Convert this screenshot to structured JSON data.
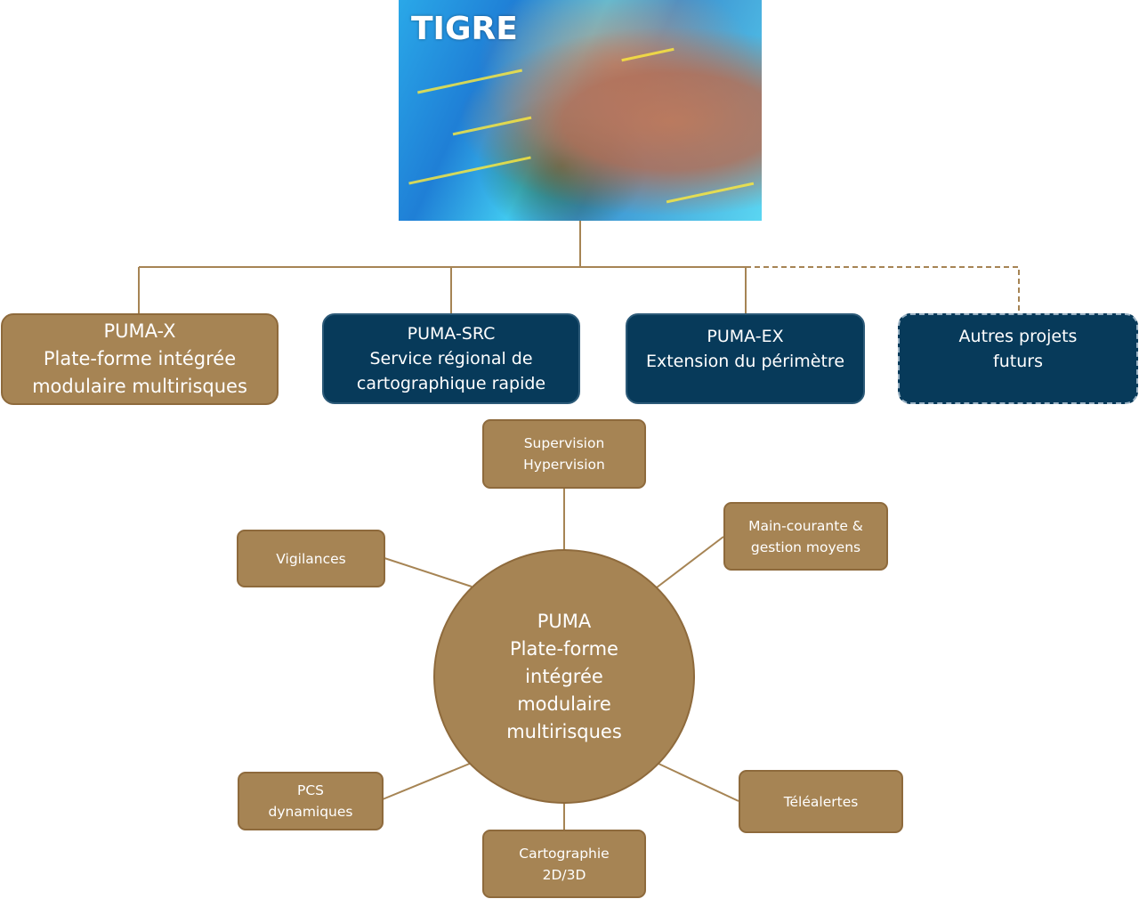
{
  "header": {
    "title": "TIGRE"
  },
  "projects": [
    {
      "lines": [
        "PUMA-X",
        "Plate-forme intégrée",
        "modulaire multirisques"
      ],
      "style": "gold"
    },
    {
      "lines": [
        "PUMA-SRC",
        "Service régional de",
        "cartographique rapide"
      ],
      "style": "navy"
    },
    {
      "lines": [
        "PUMA-EX",
        "Extension du périmètre"
      ],
      "style": "navy"
    },
    {
      "lines": [
        "Autres projets",
        "futurs"
      ],
      "style": "navy-dashed"
    }
  ],
  "center": {
    "lines": [
      "PUMA",
      "Plate-forme",
      "intégrée",
      "modulaire",
      "multirisques"
    ]
  },
  "modules": [
    {
      "lines": [
        "Supervision",
        "Hypervision"
      ]
    },
    {
      "lines": [
        "Main-courante &",
        "gestion moyens"
      ]
    },
    {
      "lines": [
        "Vigilances"
      ]
    },
    {
      "lines": [
        "PCS",
        "dynamiques"
      ]
    },
    {
      "lines": [
        "Télé­alertes"
      ]
    },
    {
      "lines": [
        "Cartographie",
        "2D/3D"
      ]
    }
  ],
  "colors": {
    "gold": "#a68454",
    "navy": "#073a5a",
    "line": "#a68454",
    "dashed": "#9ab2c4"
  }
}
